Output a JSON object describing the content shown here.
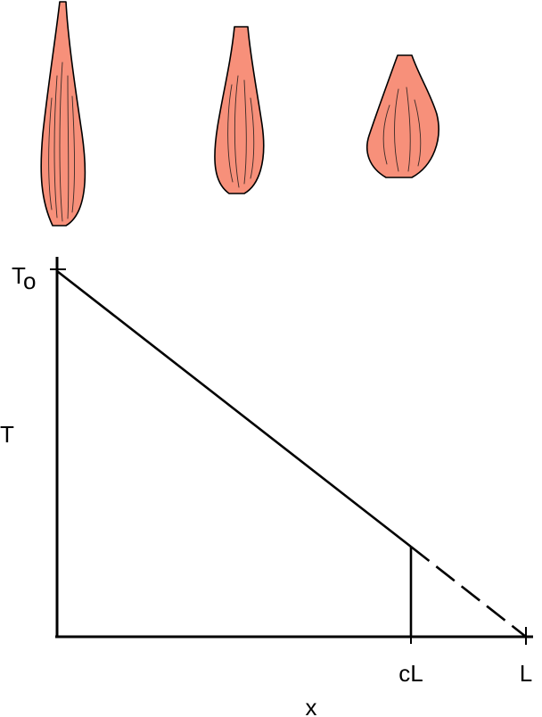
{
  "colors": {
    "muscle_fill": "#f7907a",
    "outline": "#000000"
  },
  "muscles": [
    {
      "name": "long-muscle-icon"
    },
    {
      "name": "medium-muscle-icon"
    },
    {
      "name": "short-muscle-icon"
    }
  ],
  "graph": {
    "y_axis_label": "T",
    "x_axis_label": "x",
    "origin_tick_label_base": "T",
    "origin_tick_label_sub": "o",
    "x_tick_labels": {
      "cut": "cL",
      "end": "L"
    }
  },
  "chart_data": {
    "type": "line",
    "xlabel": "x",
    "ylabel": "T",
    "x_ticks": [
      "cL",
      "L"
    ],
    "y_ticks": [
      "To"
    ],
    "series": [
      {
        "style": "solid",
        "x": [
          0,
          0.78
        ],
        "y": [
          1.0,
          0.22
        ]
      },
      {
        "style": "dashed",
        "x": [
          0.78,
          1.0
        ],
        "y": [
          0.22,
          0.0
        ]
      }
    ],
    "markers": [
      {
        "style": "vertical-line",
        "x": 0.78,
        "y_range": [
          0,
          0.22
        ]
      }
    ],
    "xlim": [
      0,
      1
    ],
    "ylim": [
      0,
      1
    ]
  }
}
